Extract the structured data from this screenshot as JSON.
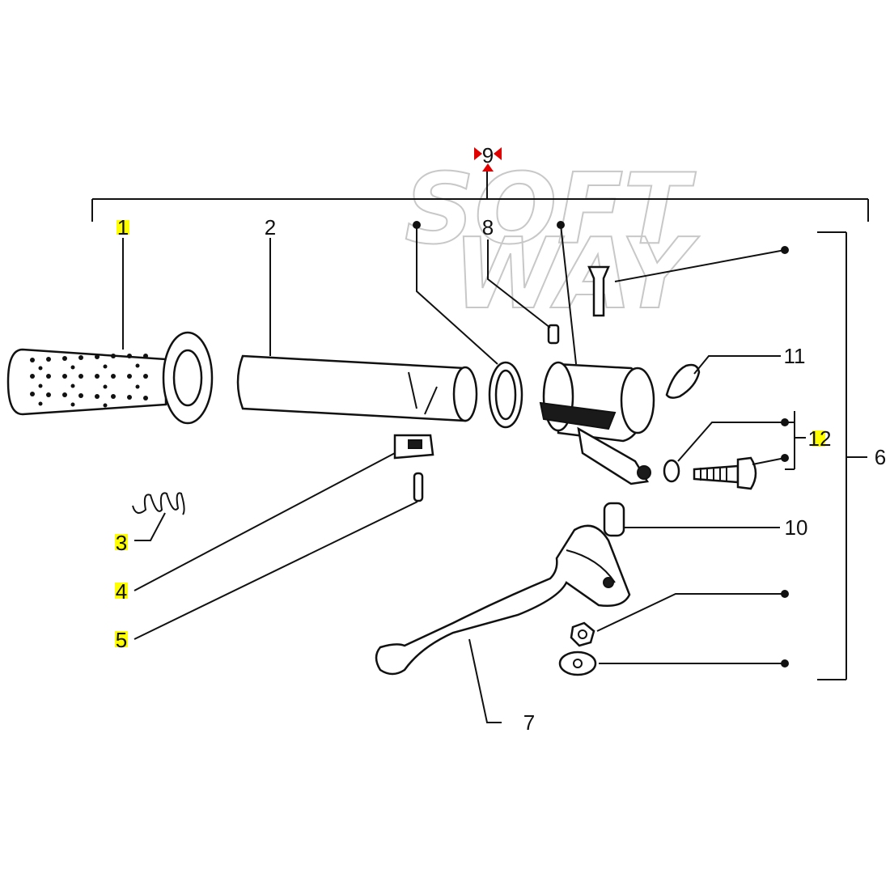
{
  "watermark": {
    "line1": "SOFT",
    "line2": "WAY"
  },
  "callouts": {
    "c1": "1",
    "c2": "2",
    "c3": "3",
    "c4": "4",
    "c5": "5",
    "c6": "6",
    "c7": "7",
    "c8": "8",
    "c9": "9",
    "c10": "10",
    "c11": "11",
    "c12": "12"
  },
  "colors": {
    "highlight": "#ffff00",
    "marker": "#e00000",
    "ink": "#111111"
  }
}
